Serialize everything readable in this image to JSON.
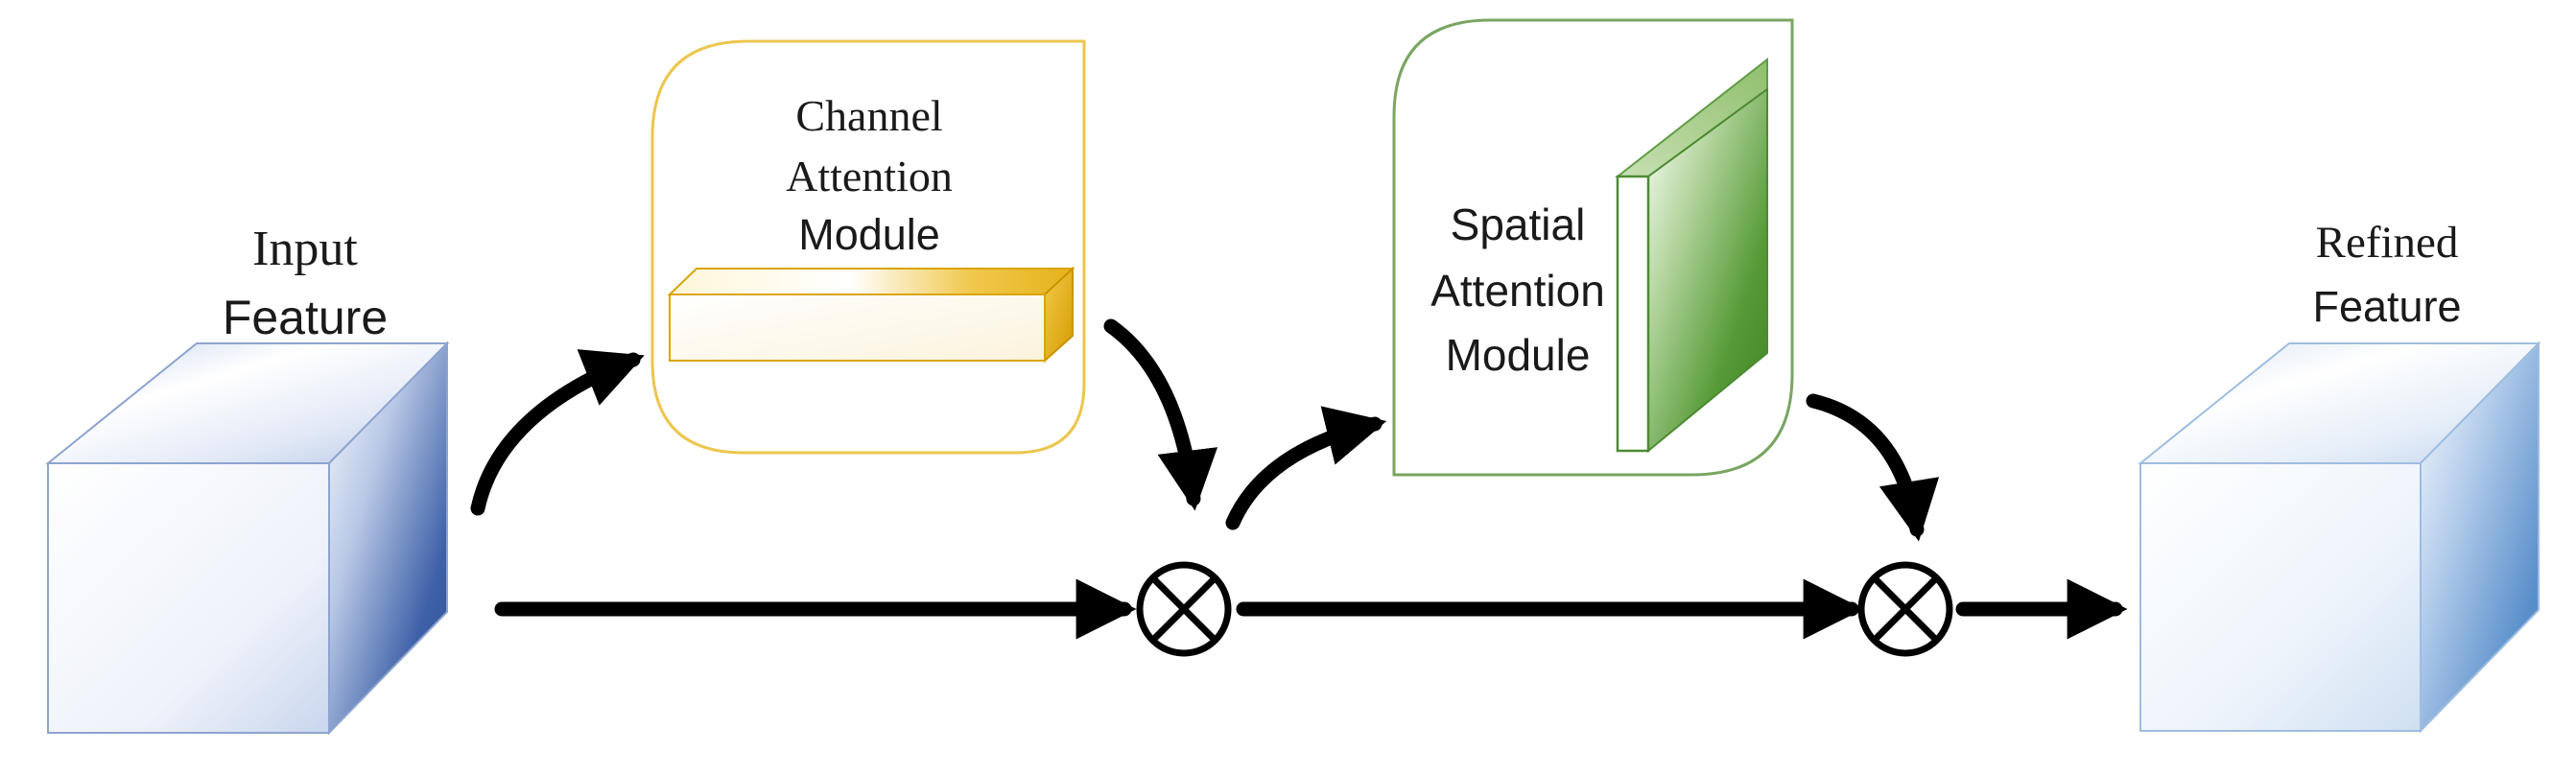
{
  "input": {
    "line1": "Input",
    "line2": "Feature"
  },
  "channel_module": {
    "line1": "Channel",
    "line2": "Attention",
    "line3": "Module"
  },
  "spatial_module": {
    "line1": "Spatial",
    "line2": "Attention",
    "line3": "Module"
  },
  "output": {
    "line1": "Refined",
    "line2": "Feature"
  },
  "colors": {
    "input_cube": "#3a5ea8",
    "output_cube": "#4e86c6",
    "channel_box_border": "#ecc64e",
    "channel_bar": "#e0a800",
    "spatial_box_border": "#7aa562",
    "spatial_slab": "#4f8f2f",
    "arrow": "#000000"
  },
  "operators": {
    "symbol": "element-wise multiplication"
  }
}
